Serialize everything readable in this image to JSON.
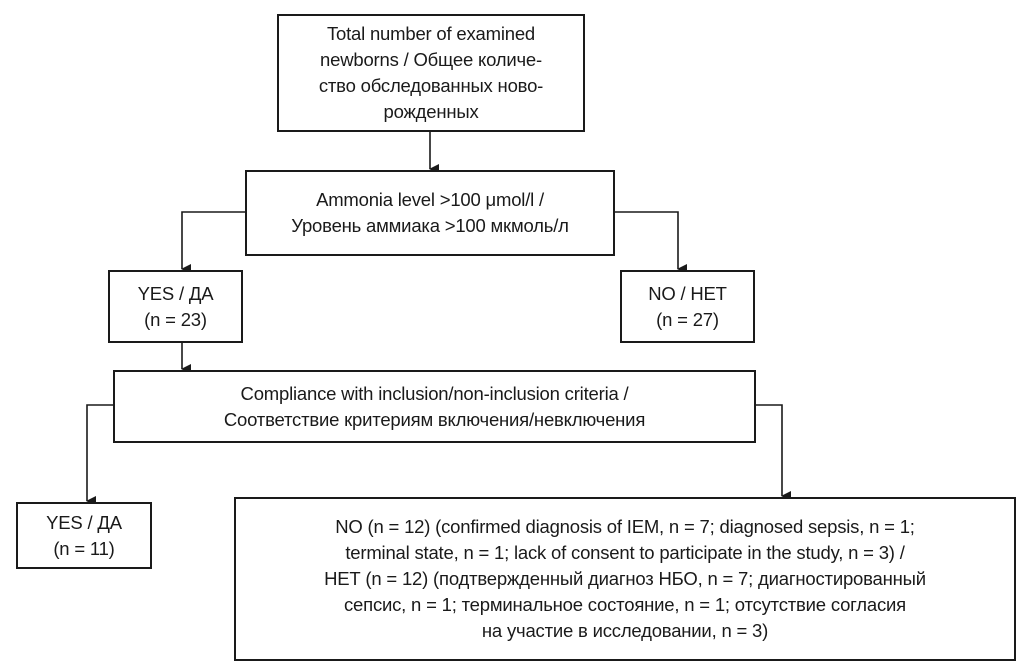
{
  "boxes": {
    "total": [
      "Total number of examined",
      "newborns / Общее количе-",
      "ство обследованных ново-",
      "рожденных"
    ],
    "ammonia": [
      "Ammonia level >100 μmol/l /",
      "Уровень аммиака >100 мкмоль/л"
    ],
    "yes1": [
      "YES / ДА",
      "(n = 23)"
    ],
    "no1": [
      "NO / НЕТ",
      "(n = 27)"
    ],
    "compliance": [
      "Compliance with inclusion/non-inclusion criteria /",
      "Соответствие критериям включения/невключения"
    ],
    "yes2": [
      "YES / ДА",
      "(n = 11)"
    ],
    "no2": [
      "NO (n = 12) (confirmed diagnosis of IEM, n = 7; diagnosed sepsis, n = 1;",
      "terminal state, n = 1; lack of consent to participate in the study, n = 3) /",
      "НЕТ (n = 12) (подтвержденный диагноз НБО, n = 7; диагностированный",
      "сепсис, n = 1; терминальное состояние, n = 1; отсутствие согласия",
      "на участие в исследовании, n = 3)"
    ]
  }
}
